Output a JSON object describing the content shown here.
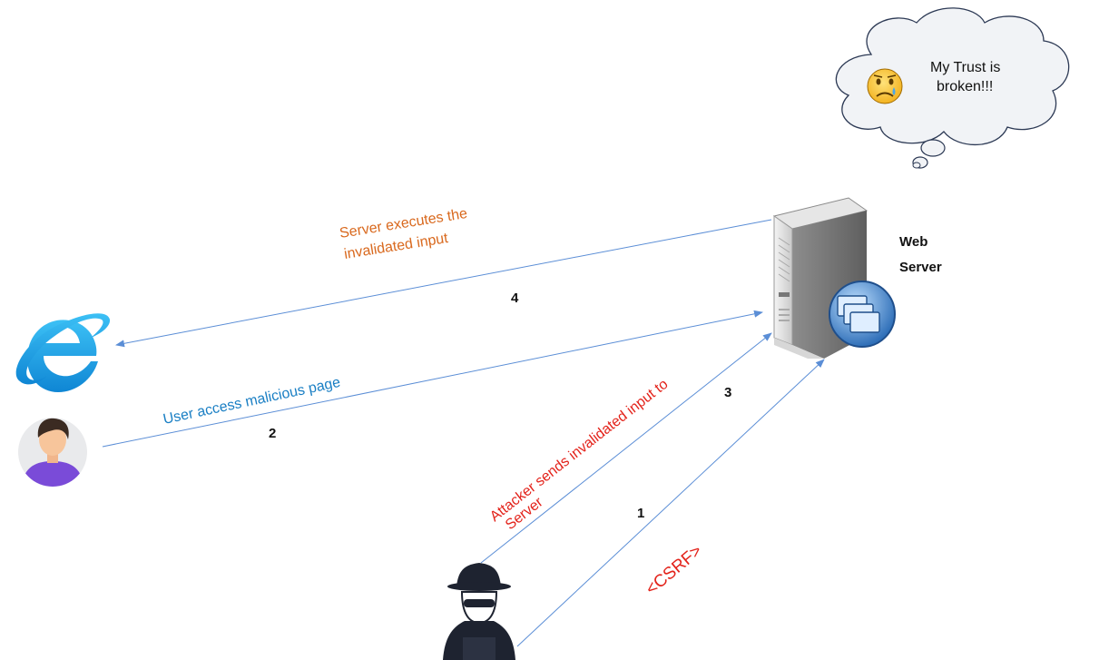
{
  "cloud": {
    "line1": "My Trust is",
    "line2": "broken!!!"
  },
  "server": {
    "line1": "Web",
    "line2": "Server"
  },
  "steps": {
    "step1": "1",
    "step2": "2",
    "step3": "3",
    "step4": "4"
  },
  "labels": {
    "server_exec_line1": "Server executes the",
    "server_exec_line2": "invalidated input",
    "user_access": "User access malicious page",
    "attacker_line1": "Attacker sends invalidated input to",
    "attacker_line2": "Server",
    "csrf": "<CSRF>"
  },
  "colors": {
    "arrow": "#5b8ed6",
    "blue_label": "#1a7fc4",
    "orange_label": "#d9691e",
    "red_label": "#e3231b"
  },
  "icons": [
    "internet-explorer-icon",
    "user-avatar-icon",
    "hacker-icon",
    "web-server-icon",
    "sad-face-icon",
    "thought-cloud"
  ]
}
